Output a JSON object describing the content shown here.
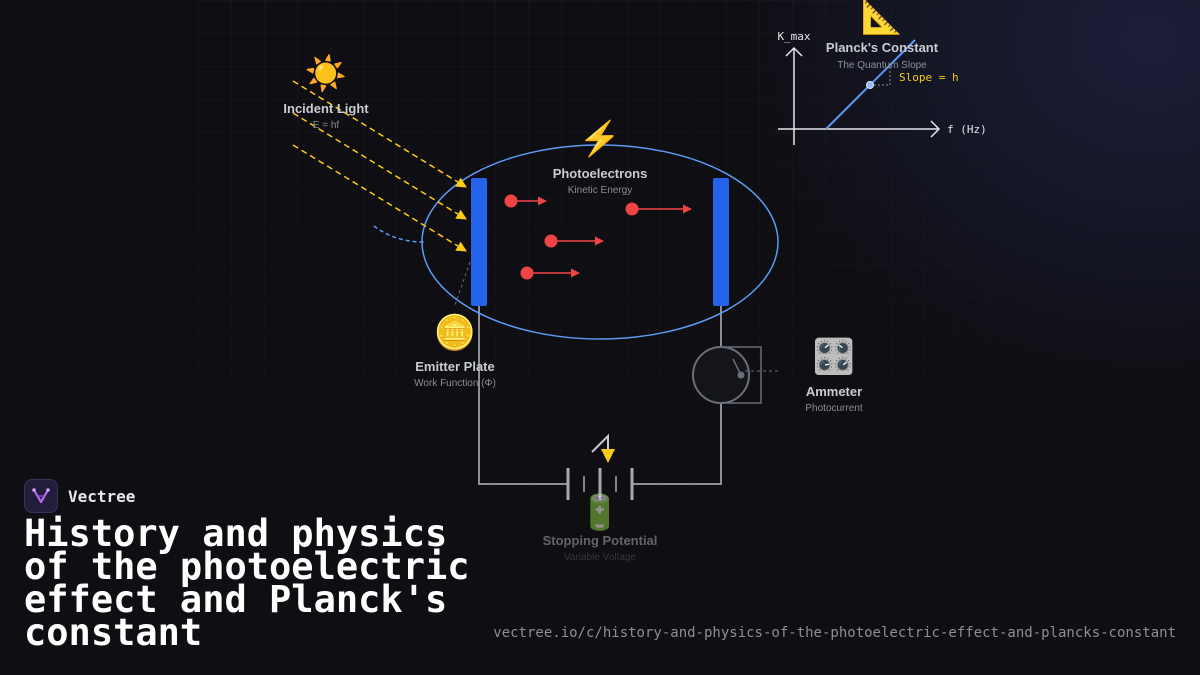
{
  "brand": {
    "name": "Vectree"
  },
  "title": "History and physics of the photoelectric effect and Planck's constant",
  "url": "vectree.io/c/history-and-physics-of-the-photoelectric-effect-and-plancks-constant",
  "diagram": {
    "incident_light": {
      "emoji": "☀️",
      "label": "Incident Light",
      "sub": "E = hf"
    },
    "photoelectrons": {
      "emoji": "⚡",
      "label": "Photoelectrons",
      "sub": "Kinetic Energy"
    },
    "emitter": {
      "emoji": "🪙",
      "label": "Emitter Plate",
      "sub": "Work Function (Φ)"
    },
    "ammeter": {
      "emoji": "🎛️",
      "label": "Ammeter",
      "sub": "Photocurrent"
    },
    "stopping": {
      "emoji": "🔋",
      "label": "Stopping Potential",
      "sub": "Variable Voltage"
    },
    "planck": {
      "emoji": "📐",
      "label": "Planck's Constant",
      "sub": "The Quantum Slope",
      "y_axis": "K_max",
      "x_axis": "f (Hz)",
      "slope_label": "Slope = h"
    }
  },
  "colors": {
    "accent_blue": "#5b9cf5",
    "plate_blue": "#2563eb",
    "electron_red": "#ef4444",
    "light_yellow": "#facc15",
    "wire_gray": "#8a8f99",
    "axis_white": "#e5e7eb"
  }
}
